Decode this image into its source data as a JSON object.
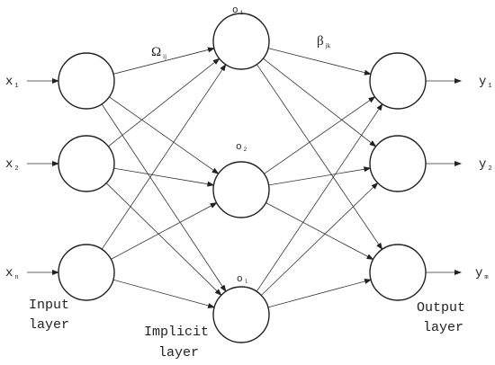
{
  "input_nodes": [
    {
      "main": "x",
      "sub": "1"
    },
    {
      "main": "x",
      "sub": "2"
    },
    {
      "main": "x",
      "sub": "n"
    }
  ],
  "hidden_nodes": [
    {
      "main": "o",
      "sub": "1"
    },
    {
      "main": "o",
      "sub": "2"
    },
    {
      "main": "o",
      "sub": "l"
    }
  ],
  "output_nodes": [
    {
      "main": "y",
      "sub": "1"
    },
    {
      "main": "y",
      "sub": "2"
    },
    {
      "main": "y",
      "sub": "m"
    }
  ],
  "weights": {
    "input_hidden": {
      "main": "Ω",
      "sub": "ij"
    },
    "hidden_output": {
      "main": "β",
      "sub": "jk"
    }
  },
  "layer_labels": {
    "input": [
      "Input",
      "layer"
    ],
    "hidden": [
      "Implicit",
      "layer"
    ],
    "output": [
      "Output",
      "layer"
    ]
  }
}
